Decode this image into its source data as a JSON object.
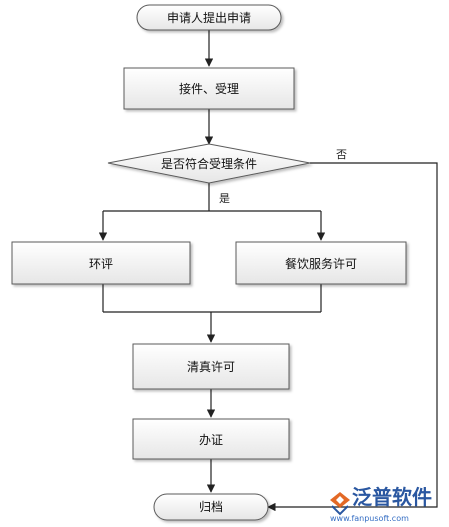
{
  "diagram": {
    "nodes": {
      "start": "申请人提出申请",
      "accept": "接件、受理",
      "decision": "是否符合受理条件",
      "eia": "环评",
      "catering": "餐饮服务许可",
      "halal": "清真许可",
      "handle": "办证",
      "archive": "归档"
    },
    "edge_labels": {
      "yes": "是",
      "no": "否"
    }
  },
  "watermark": {
    "brand": "泛普软件",
    "url": "www.fanpusoft.com",
    "accent_color": "#e2621b",
    "text_color": "#1f4f9c"
  },
  "colors": {
    "box_fill_top": "#ffffff",
    "box_fill_bottom": "#e8e8e8",
    "border": "#5a5a5a",
    "line": "#222222"
  }
}
